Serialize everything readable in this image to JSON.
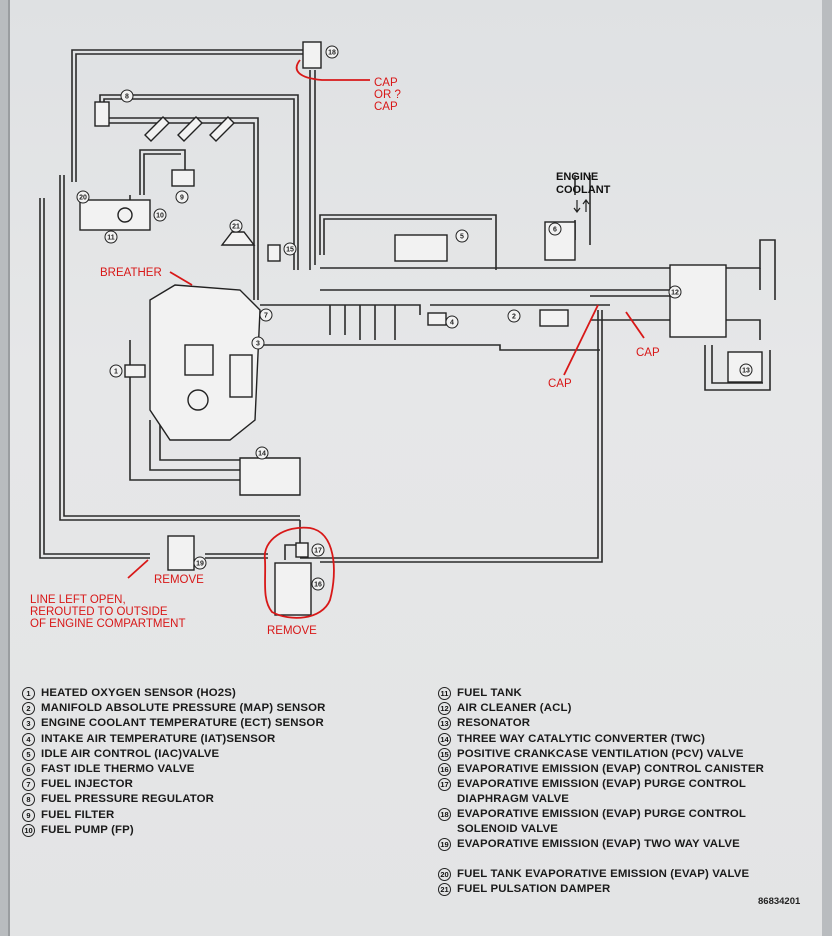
{
  "labels": {
    "engine_coolant": "ENGINE\nCOOLANT",
    "notes": {
      "cap_or_cap": "CAP\nOR   ?\nCAP",
      "breather": "BREATHER",
      "cap_left": "CAP",
      "cap_right": "CAP",
      "remove_valve": "REMOVE",
      "line_left_open": "LINE LEFT OPEN,\nREROUTED TO OUTSIDE\nOF ENGINE COMPARTMENT",
      "remove_canister": "REMOVE"
    },
    "callouts": [
      "1",
      "2",
      "3",
      "4",
      "5",
      "6",
      "7",
      "8",
      "9",
      "10",
      "11",
      "12",
      "13",
      "14",
      "15",
      "16",
      "17",
      "18",
      "19",
      "20",
      "21"
    ]
  },
  "legend": [
    {
      "n": "1",
      "text": "HEATED OXYGEN SENSOR (HO2S)"
    },
    {
      "n": "2",
      "text": "MANIFOLD ABSOLUTE PRESSURE (MAP) SENSOR"
    },
    {
      "n": "3",
      "text": "ENGINE COOLANT TEMPERATURE (ECT) SENSOR"
    },
    {
      "n": "4",
      "text": "INTAKE AIR TEMPERATURE (IAT)SENSOR"
    },
    {
      "n": "5",
      "text": "IDLE AIR CONTROL (IAC)VALVE"
    },
    {
      "n": "6",
      "text": "FAST IDLE THERMO VALVE"
    },
    {
      "n": "7",
      "text": "FUEL INJECTOR"
    },
    {
      "n": "8",
      "text": "FUEL PRESSURE REGULATOR"
    },
    {
      "n": "9",
      "text": "FUEL FILTER"
    },
    {
      "n": "10",
      "text": "FUEL PUMP (FP)"
    },
    {
      "n": "11",
      "text": "FUEL TANK"
    },
    {
      "n": "12",
      "text": "AIR CLEANER (ACL)"
    },
    {
      "n": "13",
      "text": "RESONATOR"
    },
    {
      "n": "14",
      "text": "THREE WAY CATALYTIC CONVERTER (TWC)"
    },
    {
      "n": "15",
      "text": "POSITIVE CRANKCASE VENTILATION (PCV) VALVE"
    },
    {
      "n": "16",
      "text": "EVAPORATIVE EMISSION (EVAP) CONTROL CANISTER"
    },
    {
      "n": "17",
      "text": "EVAPORATIVE EMISSION (EVAP) PURGE CONTROL DIAPHRAGM VALVE"
    },
    {
      "n": "18",
      "text": "EVAPORATIVE EMISSION (EVAP) PURGE CONTROL SOLENOID VALVE"
    },
    {
      "n": "19",
      "text": "EVAPORATIVE EMISSION (EVAP) TWO WAY VALVE"
    },
    {
      "n": "20",
      "text": "FUEL TANK EVAPORATIVE EMISSION (EVAP) VALVE"
    },
    {
      "n": "21",
      "text": "FUEL PULSATION DAMPER"
    }
  ],
  "figure_number": "86834201",
  "colors": {
    "annotation": "#d81818",
    "line": "#2b2b2b",
    "paper": "#e3e4e5"
  }
}
